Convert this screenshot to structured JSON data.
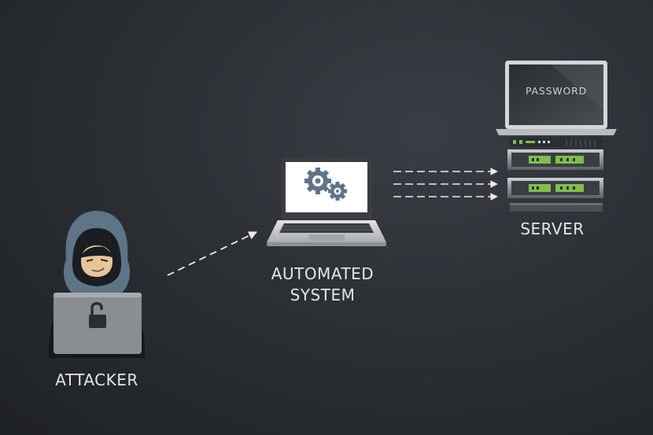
{
  "labels": {
    "attacker": "ATTACKER",
    "system_line1": "AUTOMATED",
    "system_line2": "SYSTEM",
    "server": "SERVER",
    "password": "PASSWORD"
  },
  "colors": {
    "background": "#2c3035",
    "hood": "#5e7487",
    "laptop_screen": "#ffffff",
    "gear": "#5f7486",
    "arrow": "#e9ebed",
    "server_display": "#7fbf4a"
  },
  "icons": {
    "attacker": "hooded-hacker-icon",
    "system": "laptop-gears-icon",
    "server": "server-rack-icon"
  }
}
